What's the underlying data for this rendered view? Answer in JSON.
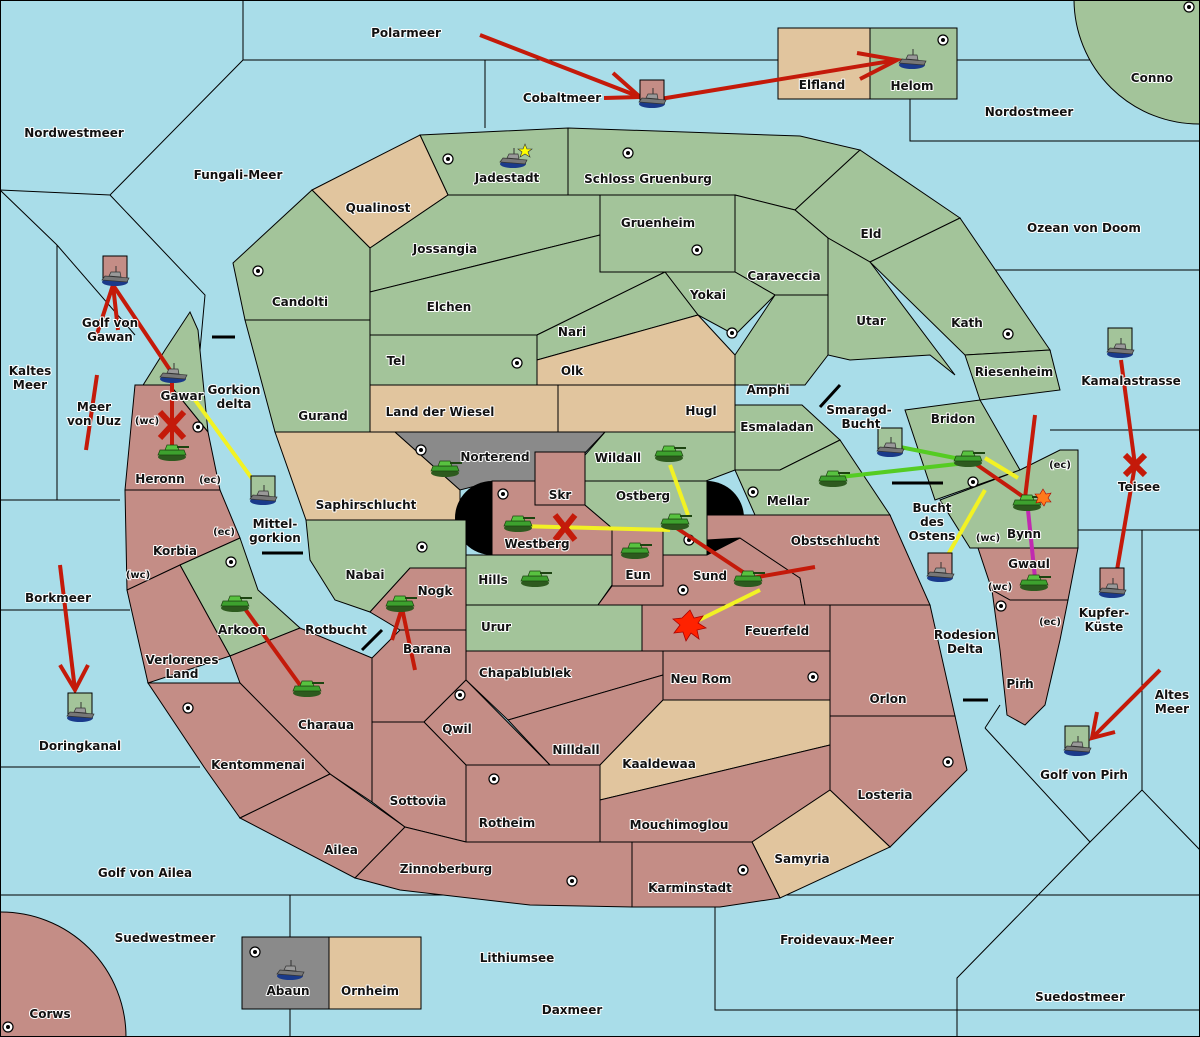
{
  "colors": {
    "sea": "#a9dde9",
    "player_green": "#a3c49a",
    "player_red": "#c48d86",
    "neutral_tan": "#e1c59e",
    "neutral_gray": "#8a8a8a",
    "order_red": "#c41a0a",
    "order_yellow": "#f2f224",
    "order_green": "#55cc22",
    "order_magenta": "#c02ab0"
  },
  "seas": [
    "Polarmeer",
    "Cobaltmeer",
    "Nordwestmeer",
    "Fungali-Meer",
    "Nordostmeer",
    "Ozean von Doom",
    "Golf von Gawan",
    "Kaltes Meer",
    "Meer von Uuz",
    "Gorkion delta",
    "Mittel-gorkion",
    "Borkmeer",
    "Doringkanal",
    "Golf von Ailea",
    "Suedwestmeer",
    "Lithiumsee",
    "Daxmeer",
    "Froidevaux-Meer",
    "Suedostmeer",
    "Golf von Pirh",
    "Altes Meer",
    "Kupfer-Küste",
    "Teisee",
    "Kamalastrasse",
    "Smaragd-Bucht",
    "Bucht des Ostens",
    "Rodesion Delta",
    "Rotbucht"
  ],
  "labels": {
    "polarmeer": "Polarmeer",
    "cobaltmeer": "Cobaltmeer",
    "elfland": "Elfland",
    "helom": "Helom",
    "conno": "Conno",
    "nordostmeer": "Nordostmeer",
    "nordwestmeer": "Nordwestmeer",
    "fungali": "Fungali-Meer",
    "jadestadt": "Jadestadt",
    "schloss": "Schloss Gruenburg",
    "qualinost": "Qualinost",
    "gruenheim": "Gruenheim",
    "eld": "Eld",
    "ozean": "Ozean von Doom",
    "jossangia": "Jossangia",
    "caraveccia": "Caraveccia",
    "candolti": "Candolti",
    "elchen": "Elchen",
    "yokai": "Yokai",
    "utar": "Utar",
    "kath": "Kath",
    "nari": "Nari",
    "tel": "Tel",
    "olk": "Olk",
    "amphi": "Amphi",
    "riesenheim": "Riesenheim",
    "kamala": "Kamalastrasse",
    "golfgawan1": "Golf von",
    "golfgawan2": "Gawan",
    "kaltes1": "Kaltes",
    "kaltes2": "Meer",
    "meeruuz1": "Meer",
    "meeruuz2": "von Uuz",
    "gawar": "Gawar",
    "gorkion1": "Gorkion",
    "gorkion2": "delta",
    "gurand": "Gurand",
    "landwiesel": "Land der Wiesel",
    "hugl": "Hugl",
    "smaragd1": "Smaragd-",
    "smaragd2": "Bucht",
    "bridon": "Bridon",
    "esmaladan": "Esmaladan",
    "heronn": "Heronn",
    "norterend": "Norterend",
    "wildall": "Wildall",
    "teisee": "Teisee",
    "skr": "Skr",
    "ostberg": "Ostberg",
    "mellar": "Mellar",
    "saphir": "Saphirschlucht",
    "mittel1": "Mittel-",
    "mittel2": "gorkion",
    "bucht1": "Bucht",
    "bucht2": "des",
    "bucht3": "Ostens",
    "bynn": "Bynn",
    "westberg": "Westberg",
    "obst": "Obstschlucht",
    "korbia": "Korbia",
    "nabai": "Nabai",
    "hills": "Hills",
    "eun": "Eun",
    "sund": "Sund",
    "gwaul": "Gwaul",
    "kupfer1": "Kupfer-",
    "kupfer2": "Küste",
    "borkmeer": "Borkmeer",
    "nogk": "Nogk",
    "arkoon": "Arkoon",
    "rotbucht": "Rotbucht",
    "urur": "Urur",
    "feuerfeld": "Feuerfeld",
    "rodesion1": "Rodesion",
    "rodesion2": "Delta",
    "barana": "Barana",
    "verlorenes1": "Verlorenes",
    "verlorenes2": "Land",
    "chapa": "Chapablublek",
    "neurom": "Neu Rom",
    "orlon": "Orlon",
    "pirh": "Pirh",
    "altes1": "Altes",
    "altes2": "Meer",
    "charaua": "Charaua",
    "qwil": "Qwil",
    "nilldall": "Nilldall",
    "doringkanal": "Doringkanal",
    "kentommenai": "Kentommenai",
    "kaaldewaa": "Kaaldewaa",
    "golfpirh": "Golf von Pirh",
    "losteria": "Losteria",
    "sottovia": "Sottovia",
    "rotheim": "Rotheim",
    "mouchi": "Mouchimoglou",
    "ailea": "Ailea",
    "samyria": "Samyria",
    "golfailea": "Golf von Ailea",
    "zinnober": "Zinnoberburg",
    "karmin": "Karminstadt",
    "suedwest": "Suedwestmeer",
    "froidevaux": "Froidevaux-Meer",
    "lithium": "Lithiumsee",
    "abaun": "Abaun",
    "ornheim": "Ornheim",
    "daxmeer": "Daxmeer",
    "suedost": "Suedostmeer",
    "corws": "Corws"
  },
  "coasts": {
    "wc": "(wc)",
    "ec": "(ec)"
  }
}
